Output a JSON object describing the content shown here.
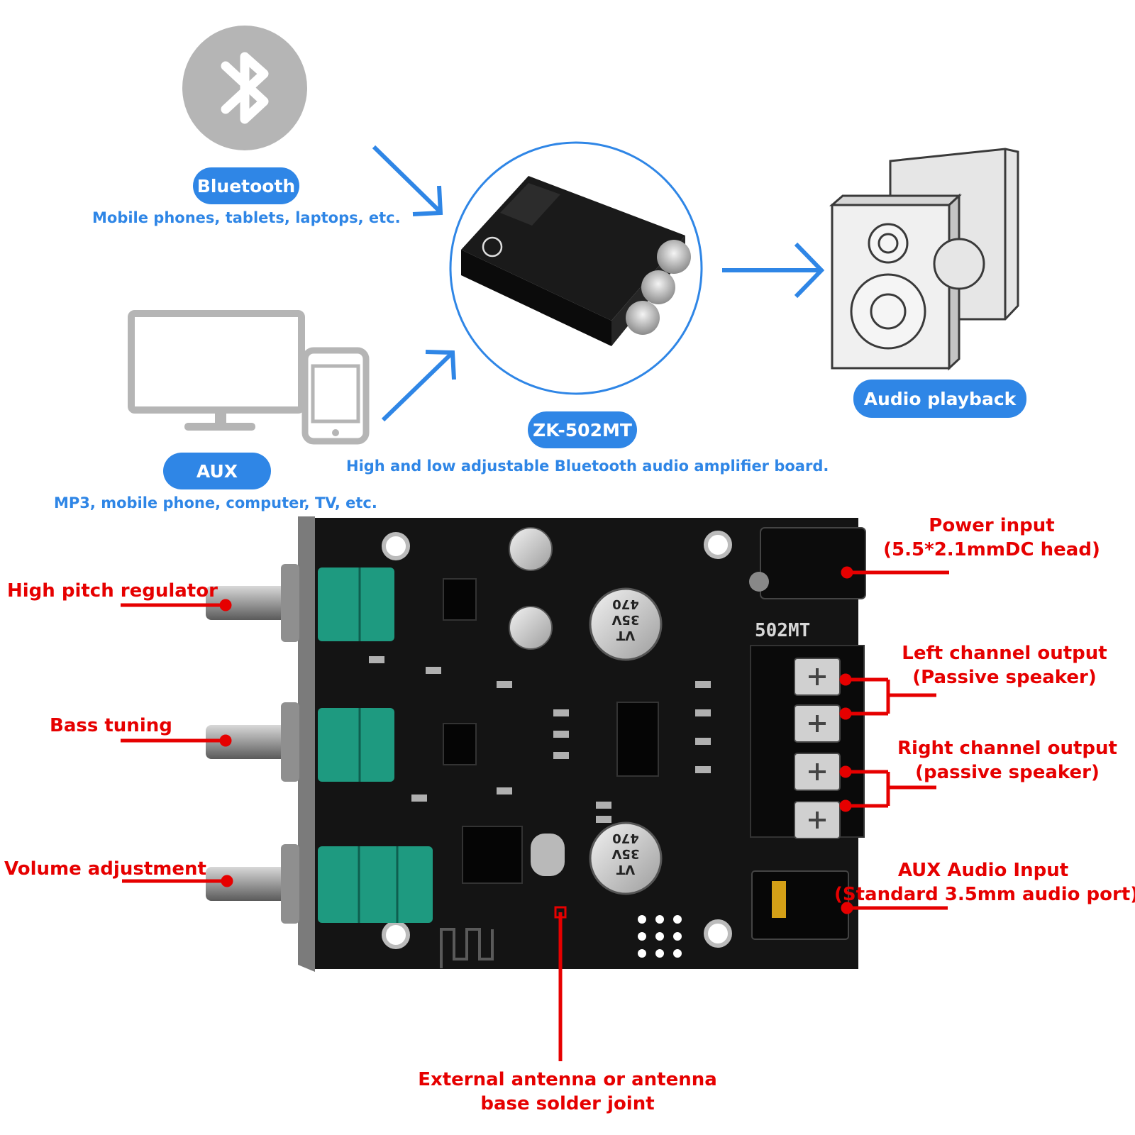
{
  "top": {
    "bluetooth": {
      "label": "Bluetooth",
      "caption": "Mobile phones, tablets, laptops, etc."
    },
    "aux": {
      "label": "AUX",
      "caption": "MP3, mobile phone, computer, TV, etc."
    },
    "board": {
      "label": "ZK-502MT",
      "caption": "High and low adjustable Bluetooth audio amplifier board."
    },
    "output": {
      "label": "Audio playback"
    }
  },
  "board_silkscreen": {
    "model": "502MT",
    "cap_large": [
      "470",
      "35V",
      "VT"
    ],
    "cap_small": [
      "470",
      "35V",
      "VT"
    ]
  },
  "callouts": {
    "high_pitch": "High pitch regulator",
    "bass": "Bass tuning",
    "volume": "Volume adjustment",
    "power_line1": "Power input",
    "power_line2": "(5.5*2.1mmDC head)",
    "left_line1": "Left channel output",
    "left_line2": "(Passive speaker)",
    "right_line1": "Right channel output",
    "right_line2": "(passive speaker)",
    "aux_line1": "AUX Audio Input",
    "aux_line2": "(Standard 3.5mm audio port)",
    "antenna_line1": "External antenna or antenna",
    "antenna_line2": "base solder joint"
  },
  "colors": {
    "accent_blue": "#2f86e6",
    "callout_red": "#e60000",
    "pcb_black": "#141414",
    "pot_green": "#1e9a80",
    "icon_gray": "#b5b5b5"
  }
}
